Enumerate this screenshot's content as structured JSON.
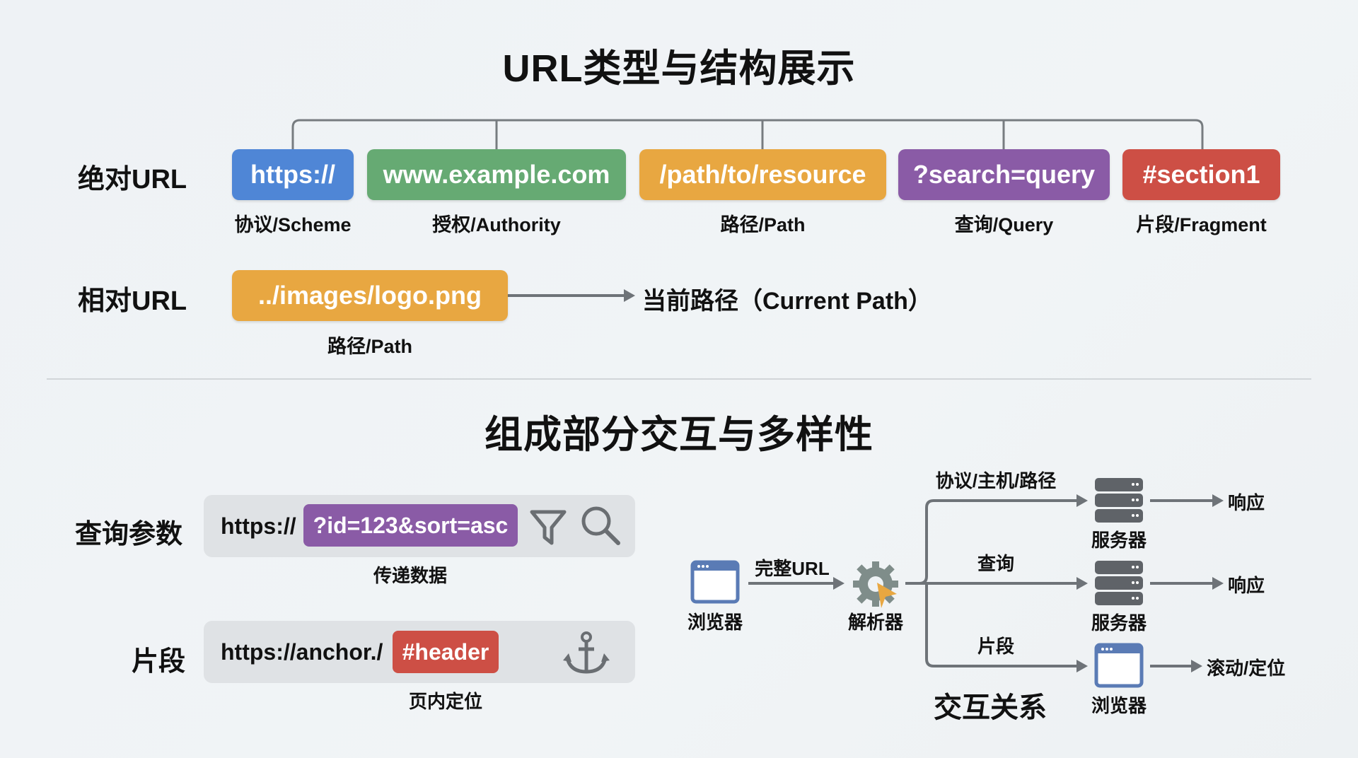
{
  "titles": {
    "top": "URL类型与结构展示",
    "bottom": "组成部分交互与多样性"
  },
  "absolute": {
    "label": "绝对URL",
    "segments": [
      {
        "text": "https://",
        "caption": "协议/Scheme",
        "color": "#4f86d6"
      },
      {
        "text": "www.example.com",
        "caption": "授权/Authority",
        "color": "#66aa73"
      },
      {
        "text": "/path/to/resource",
        "caption": "路径/Path",
        "color": "#e8a741"
      },
      {
        "text": "?search=query",
        "caption": "查询/Query",
        "color": "#8a5ba6"
      },
      {
        "text": "#section1",
        "caption": "片段/Fragment",
        "color": "#cd4f45"
      }
    ]
  },
  "relative": {
    "label": "相对URL",
    "segment": {
      "text": "../images/logo.png",
      "caption": "路径/Path",
      "color": "#e8a741"
    },
    "target": "当前路径（Current Path）"
  },
  "query_example": {
    "label": "查询参数",
    "base": "https://",
    "param": "?id=123&sort=asc",
    "param_color": "#8a5ba6",
    "caption": "传递数据",
    "icons": [
      "filter-icon",
      "search-icon"
    ]
  },
  "fragment_example": {
    "label": "片段",
    "base": "https://anchor./",
    "fragment": "#header",
    "fragment_color": "#cd4f45",
    "caption": "页内定位",
    "icons": [
      "anchor-icon"
    ]
  },
  "flow": {
    "source": "浏览器",
    "edge_in": "完整URL",
    "parser": "解析器",
    "branches": [
      {
        "edge": "协议/主机/路径",
        "node": "服务器",
        "result": "响应"
      },
      {
        "edge": "查询",
        "node": "服务器",
        "result": "响应"
      },
      {
        "edge": "片段",
        "node": "浏览器",
        "result": "滚动/定位"
      }
    ],
    "caption": "交互关系"
  }
}
